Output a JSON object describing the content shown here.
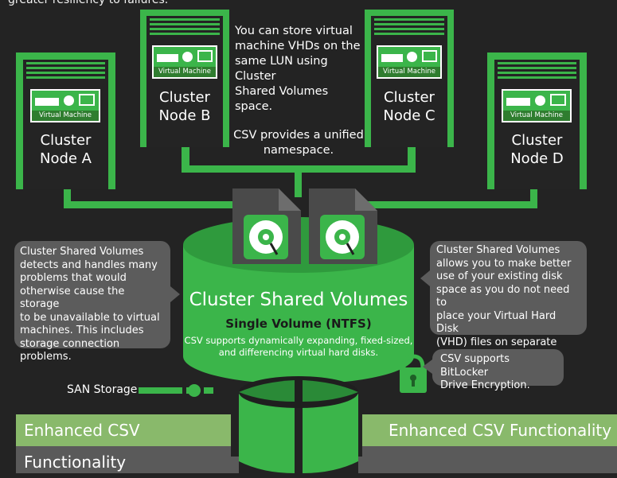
{
  "intro_text": "greater resiliency to failures.",
  "nodes": [
    {
      "name": "Cluster",
      "sub": "Node A",
      "vm_label": "Virtual Machine"
    },
    {
      "name": "Cluster",
      "sub": "Node B",
      "vm_label": "Virtual Machine"
    },
    {
      "name": "Cluster",
      "sub": "Node C",
      "vm_label": "Virtual Machine"
    },
    {
      "name": "Cluster",
      "sub": "Node D",
      "vm_label": "Virtual Machine"
    }
  ],
  "notes": {
    "store_vhds": [
      "You can store virtual",
      "machine VHDs on the",
      "same LUN using Cluster",
      "Shared Volumes space."
    ],
    "namespace": [
      "CSV provides a unified",
      "namespace."
    ]
  },
  "volume": {
    "title": "Cluster Shared Volumes",
    "subtitle": "Single Volume (NTFS)",
    "desc": [
      "CSV supports dynamically expanding, fixed-sized,",
      "and differencing virtual hard disks."
    ]
  },
  "bubbles": {
    "left": [
      "Cluster Shared Volumes",
      "detects and handles many",
      "problems that would",
      "otherwise cause the storage",
      "to be unavailable to virtual",
      "machines. This includes",
      "storage connection problems."
    ],
    "right": [
      "Cluster Shared Volumes",
      "allows you to make better",
      "use of your existing disk",
      "space as you do not need to",
      "place your Virtual Hard Disk",
      "(VHD) files on separate disks."
    ],
    "bitlocker": [
      "CSV supports BitLocker",
      "Drive Encryption."
    ]
  },
  "san_label": "SAN Storage",
  "bands": {
    "left": "Enhanced CSV Functionality",
    "right": "Enhanced CSV Functionality"
  },
  "colors": {
    "background": "#232323",
    "green": "#3bb54a",
    "dark_green": "#2a8a37",
    "band_green": "#89b96b",
    "bubble_gray": "#5c5c5c"
  }
}
